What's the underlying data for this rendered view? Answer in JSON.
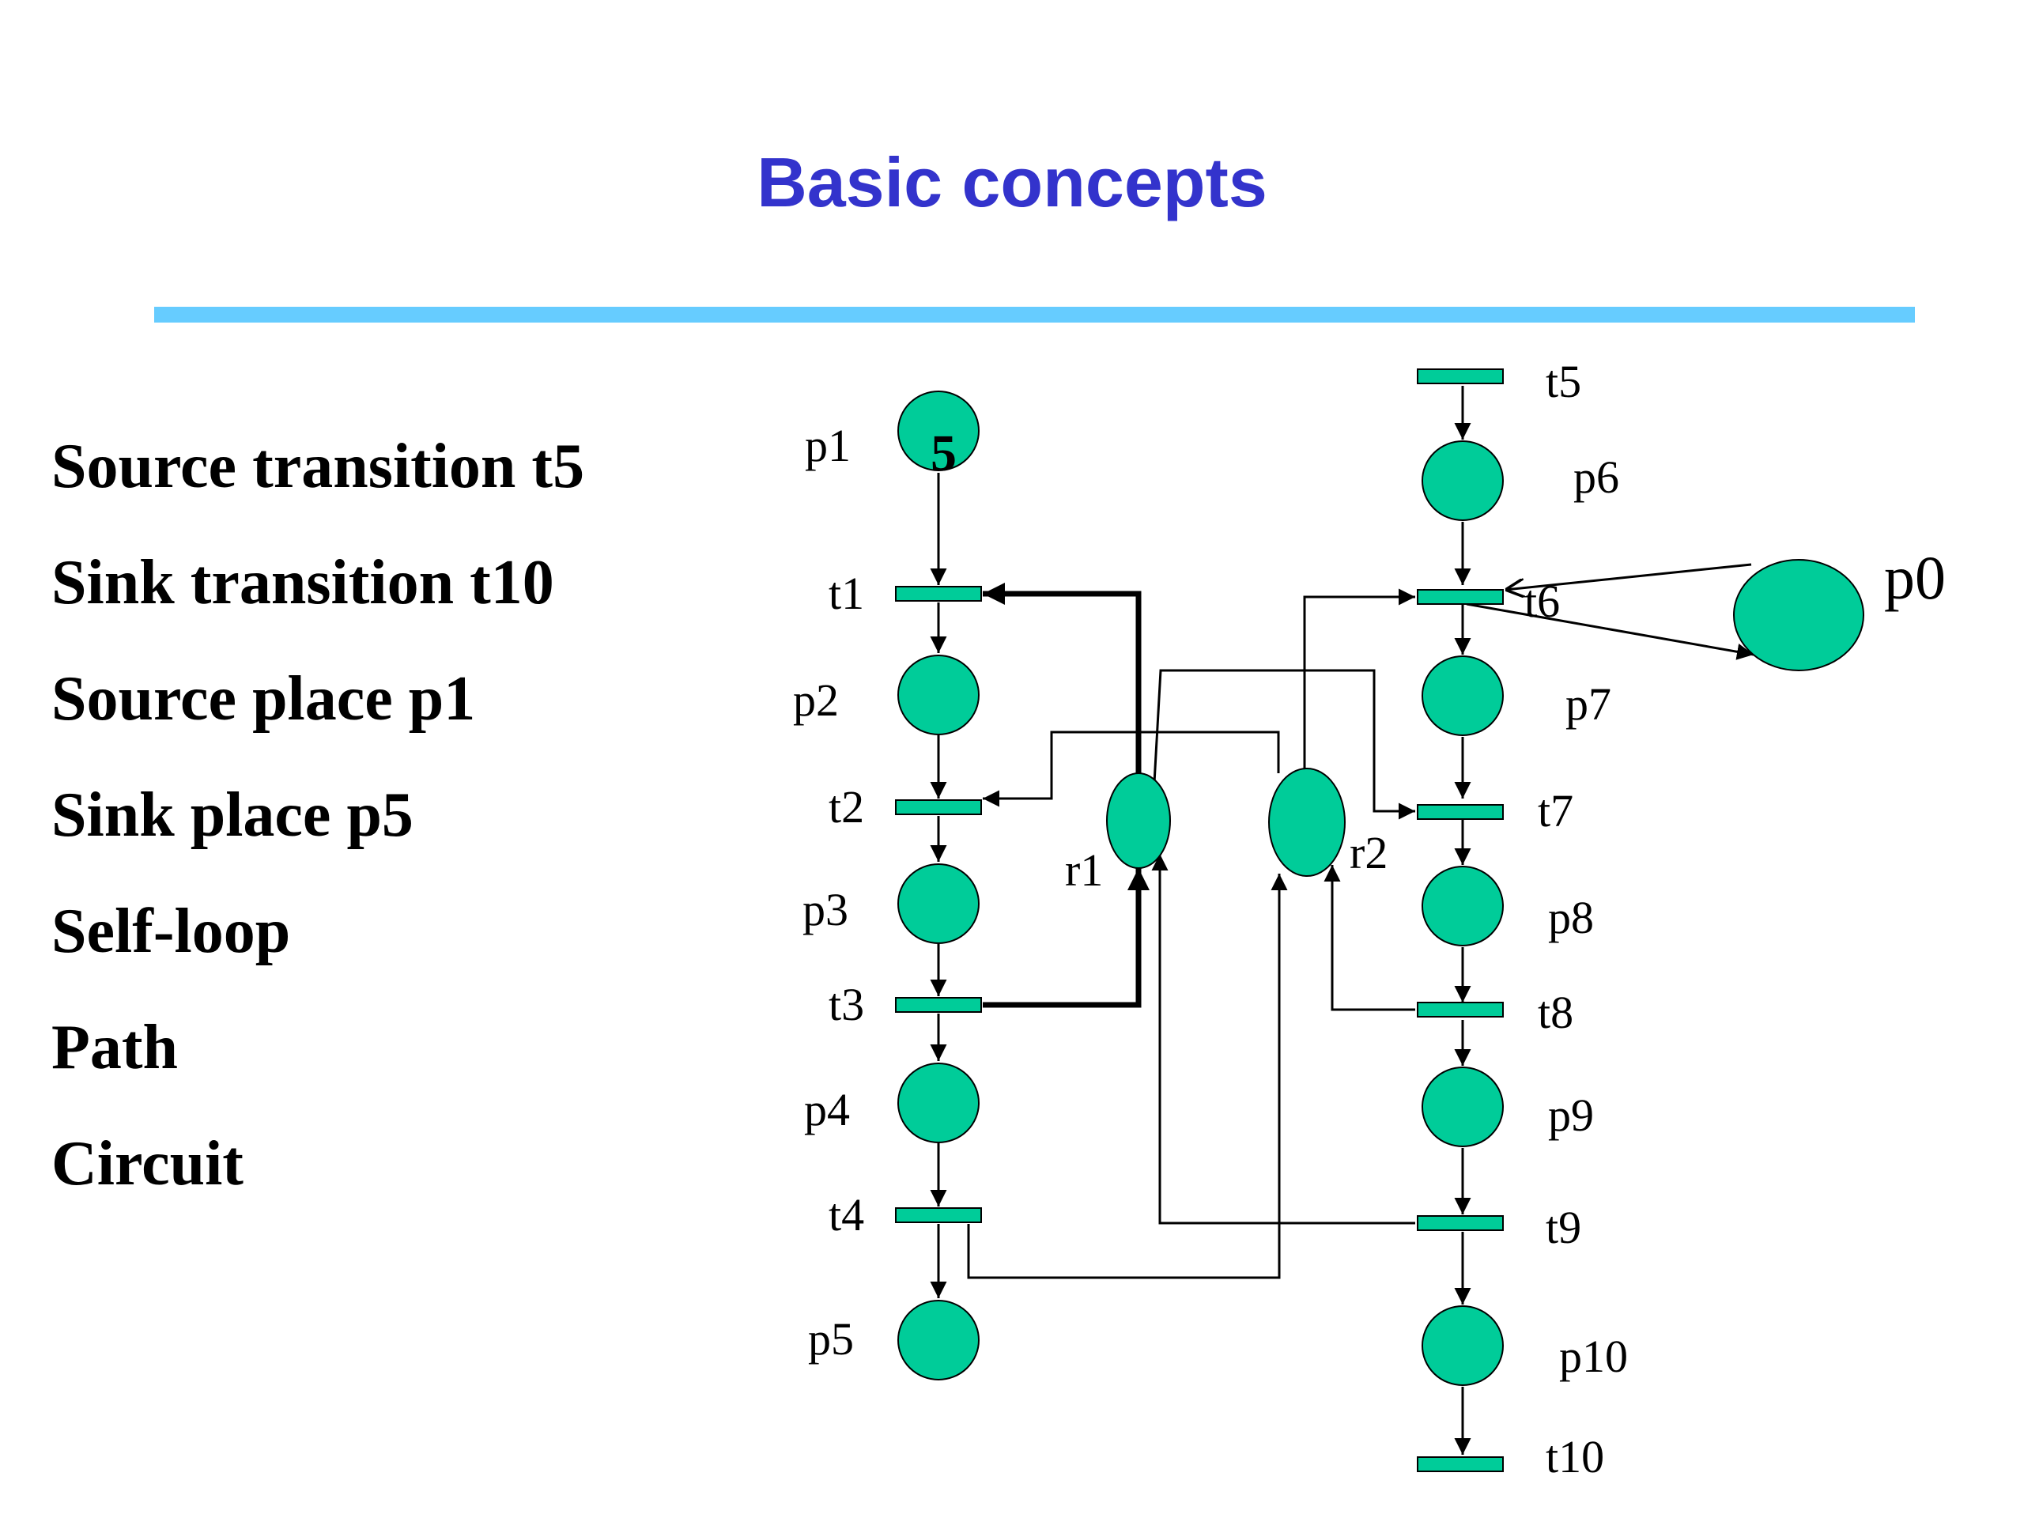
{
  "title": "Basic concepts",
  "colors": {
    "title": "#3333cc",
    "rule": "#66ccff",
    "node_fill": "#00cc99"
  },
  "concepts": [
    "Source transition t5",
    "Sink transition t10",
    "Source place p1",
    "Sink place p5",
    "Self-loop",
    "Path",
    "Circuit"
  ],
  "petri_net": {
    "places": [
      "p1",
      "p2",
      "p3",
      "p4",
      "p5",
      "p6",
      "p7",
      "p8",
      "p9",
      "p10",
      "p0",
      "r1",
      "r2"
    ],
    "transitions": [
      "t1",
      "t2",
      "t3",
      "t4",
      "t5",
      "t6",
      "t7",
      "t8",
      "t9",
      "t10"
    ],
    "tokens": {
      "p1": "5"
    },
    "arcs": [
      [
        "p1",
        "t1"
      ],
      [
        "t1",
        "p2"
      ],
      [
        "p2",
        "t2"
      ],
      [
        "t2",
        "p3"
      ],
      [
        "p3",
        "t3"
      ],
      [
        "t3",
        "p4"
      ],
      [
        "p4",
        "t4"
      ],
      [
        "t4",
        "p5"
      ],
      [
        "t5",
        "p6"
      ],
      [
        "p6",
        "t6"
      ],
      [
        "t6",
        "p7"
      ],
      [
        "p7",
        "t7"
      ],
      [
        "t7",
        "p8"
      ],
      [
        "p8",
        "t8"
      ],
      [
        "t8",
        "p9"
      ],
      [
        "p9",
        "t9"
      ],
      [
        "t9",
        "p10"
      ],
      [
        "p10",
        "t10"
      ],
      [
        "r1",
        "t1"
      ],
      [
        "t3",
        "r1"
      ],
      [
        "r1",
        "t7"
      ],
      [
        "t9",
        "r1"
      ],
      [
        "r2",
        "t2"
      ],
      [
        "r2",
        "t6"
      ],
      [
        "t4",
        "r2"
      ],
      [
        "t8",
        "r2"
      ],
      [
        "t6",
        "p0"
      ],
      [
        "p0",
        "t6"
      ]
    ]
  }
}
